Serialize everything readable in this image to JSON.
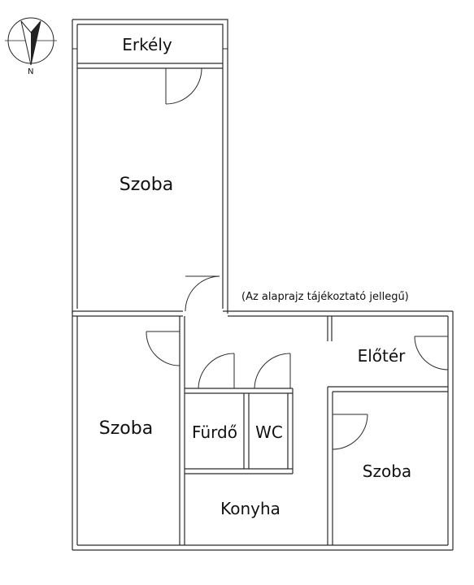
{
  "compass": {
    "north_label": "N",
    "icon": "compass-icon"
  },
  "note": "(Az alaprajz tájékoztató jellegű)",
  "rooms": {
    "erkely": "Erkély",
    "szoba_top": "Szoba",
    "szoba_left": "Szoba",
    "eloter": "Előtér",
    "furdo": "Fürdő",
    "wc": "WC",
    "szoba_right": "Szoba",
    "konyha": "Konyha"
  },
  "colors": {
    "wall": "#2b2b2b",
    "wall_fill": "#ffffff",
    "ink": "#111111"
  }
}
